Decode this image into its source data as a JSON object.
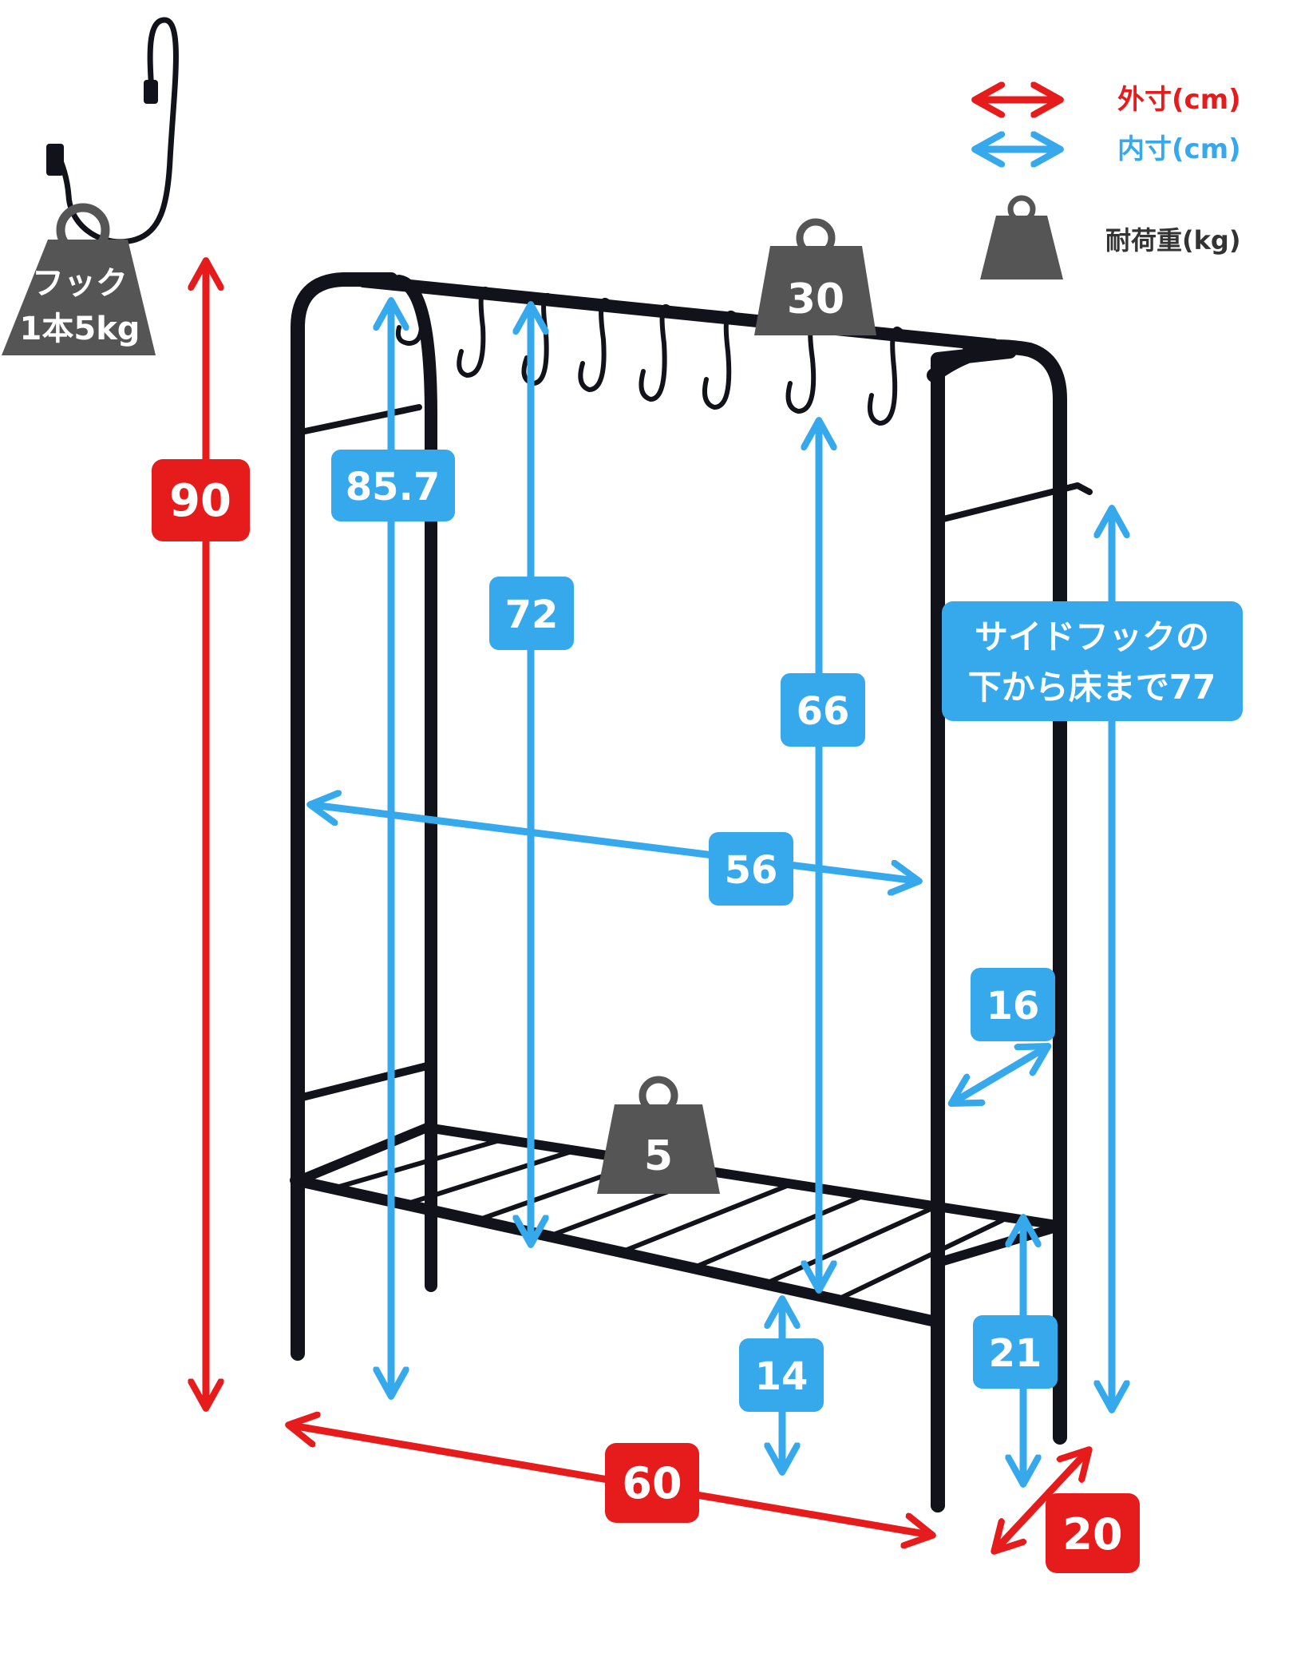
{
  "legend": {
    "outer": {
      "label": "外寸(cm)",
      "color": "#e61c1c"
    },
    "inner": {
      "label": "内寸(cm)",
      "color": "#35a9ec"
    },
    "load": {
      "label": "耐荷重(kg)",
      "color": "#555555"
    }
  },
  "hook_weight": {
    "line1": "フック",
    "line2": "1本5kg"
  },
  "top_bar_load": "30",
  "shelf_load": "5",
  "outer_dimensions": {
    "height": "90",
    "width": "60",
    "depth": "20"
  },
  "inner_dimensions": {
    "bar_to_floor": "85.7",
    "hook_to_shelf": "72",
    "hook_bottom_to_shelf": "66",
    "inner_width": "56",
    "side_hook_depth": "16",
    "side_hook_line1": "サイドフックの",
    "side_hook_line2": "下から床まで77",
    "shelf_height": "14",
    "shelf_top_height": "21"
  }
}
